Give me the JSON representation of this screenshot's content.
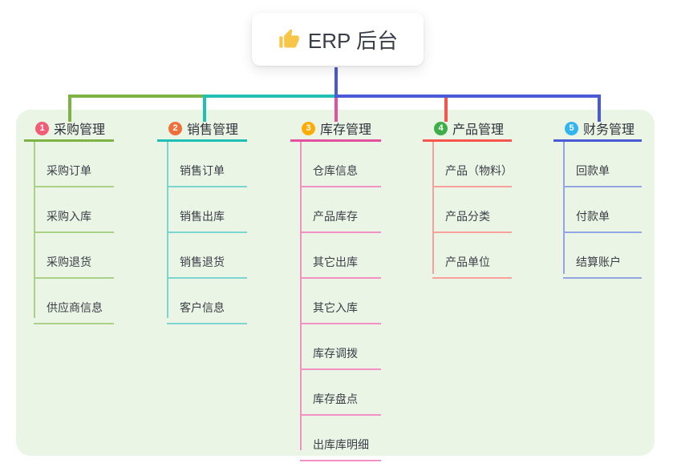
{
  "root": {
    "title": "ERP 后台",
    "icon": "thumbs-up-icon"
  },
  "colors": {
    "panel_bg": "#ebf5e6",
    "connector_blue": "#4a5ad6",
    "connector_teal": "#1fbfb4",
    "connector_green": "#7cb342",
    "connector_magenta": "#e3509e",
    "connector_red": "#f5554d"
  },
  "branches": [
    {
      "index": "1",
      "label": "采购管理",
      "badge_color": "#f25c77",
      "line_color": "#7cb342",
      "sub_line_color": "#a9d287",
      "children": [
        "采购订单",
        "采购入库",
        "采购退货",
        "供应商信息"
      ]
    },
    {
      "index": "2",
      "label": "销售管理",
      "badge_color": "#f0703c",
      "line_color": "#1fbfb4",
      "sub_line_color": "#7ad6ce",
      "children": [
        "销售订单",
        "销售出库",
        "销售退货",
        "客户信息"
      ]
    },
    {
      "index": "3",
      "label": "库存管理",
      "badge_color": "#ffad05",
      "line_color": "#e3509e",
      "sub_line_color": "#f191c4",
      "children": [
        "仓库信息",
        "产品库存",
        "其它出库",
        "其它入库",
        "库存调拨",
        "库存盘点",
        "出库库明细"
      ]
    },
    {
      "index": "4",
      "label": "产品管理",
      "badge_color": "#3fae49",
      "line_color": "#f5554d",
      "sub_line_color": "#f9a09b",
      "children": [
        "产品（物料）",
        "产品分类",
        "产品单位"
      ]
    },
    {
      "index": "5",
      "label": "财务管理",
      "badge_color": "#32b4f0",
      "line_color": "#4a5ad6",
      "sub_line_color": "#93a4e4",
      "children": [
        "回款单",
        "付款单",
        "结算账户"
      ]
    }
  ]
}
